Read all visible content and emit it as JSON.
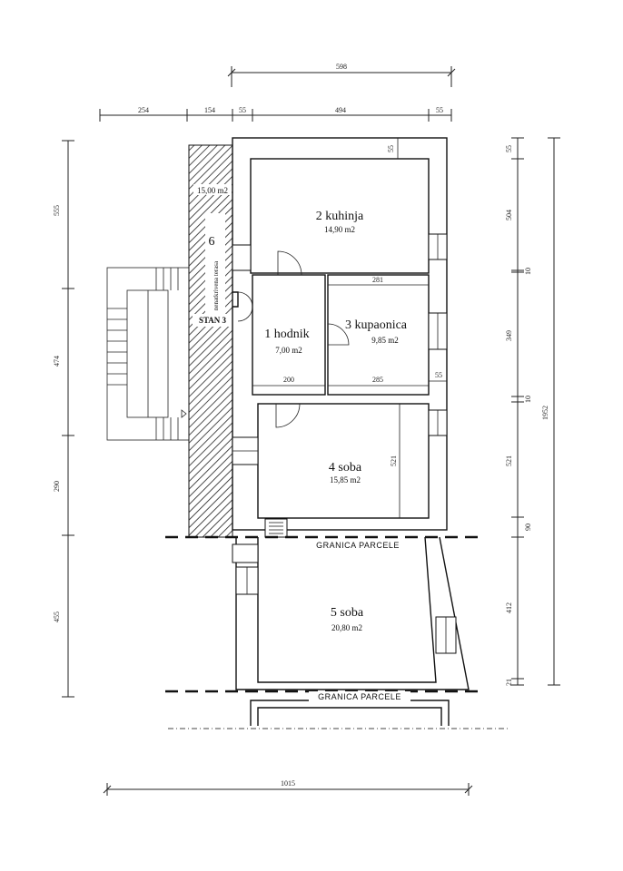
{
  "rooms": {
    "r1": {
      "name": "1  hodnik",
      "area": "7,00 m2"
    },
    "r2": {
      "name": "2  kuhinja",
      "area": "14,90 m2"
    },
    "r3": {
      "name": "3  kupaonica",
      "area": "9,85 m2"
    },
    "r4": {
      "name": "4  soba",
      "area": "15,85 m2"
    },
    "r5": {
      "name": "5  soba",
      "area": "20,80 m2"
    },
    "r6": {
      "number": "6",
      "area": "15,00 m2",
      "desc": "nenatkrivena terasa"
    }
  },
  "unit_label": "STAN 3",
  "boundary_label": "GRANICA  PARCELE",
  "dims": {
    "top_total": "598",
    "top_a": "254",
    "top_b": "154",
    "top_c": "55",
    "top_d": "494",
    "top_e": "55",
    "corner": "55",
    "left_a": "555",
    "left_b": "474",
    "left_c": "290",
    "left_d": "455",
    "right_a": "55",
    "right_b": "504",
    "right_c": "10",
    "right_d": "349",
    "right_e": "10",
    "right_f": "521",
    "right_g": "90",
    "right_h": "412",
    "right_i": "21",
    "right_total": "1952",
    "bottom": "1015",
    "in_281": "281",
    "in_200": "200",
    "in_285": "285",
    "in_55": "55",
    "in_521": "521"
  }
}
